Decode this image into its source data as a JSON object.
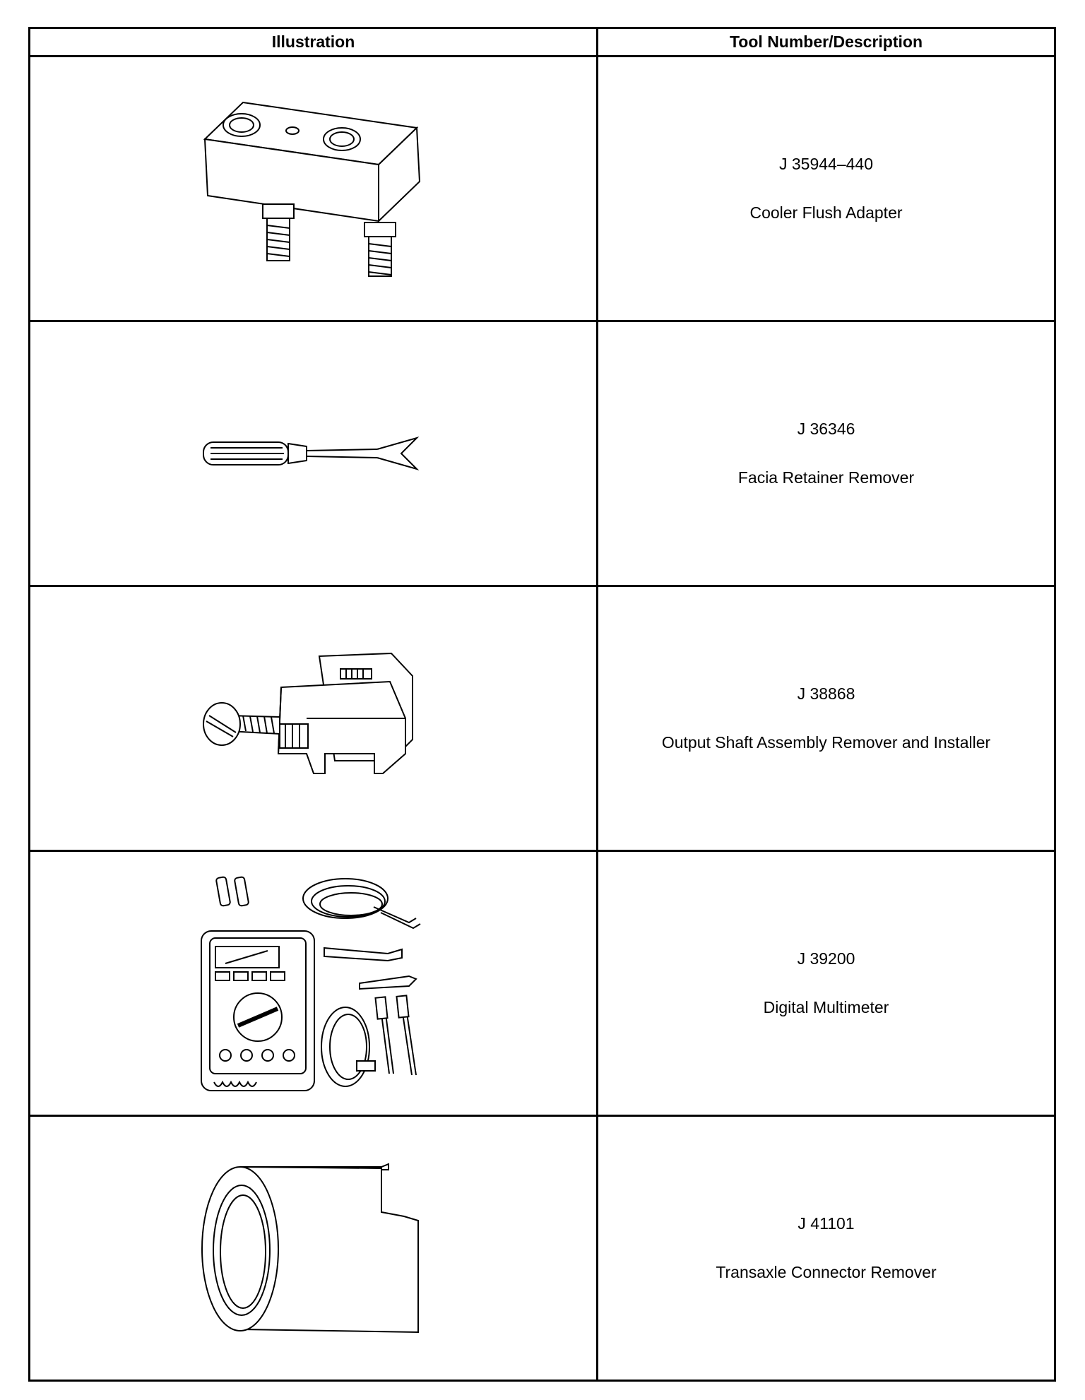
{
  "header": {
    "illustration": "Illustration",
    "tool": "Tool Number/Description"
  },
  "tools": [
    {
      "number": "J 35944–440",
      "description": "Cooler Flush Adapter",
      "icon": "cooler-flush-adapter-icon"
    },
    {
      "number": "J 36346",
      "description": "Facia Retainer Remover",
      "icon": "retainer-remover-icon"
    },
    {
      "number": "J 38868",
      "description": "Output Shaft Assembly Remover and Installer",
      "icon": "output-shaft-tool-icon"
    },
    {
      "number": "J 39200",
      "description": "Digital Multimeter",
      "icon": "digital-multimeter-icon"
    },
    {
      "number": "J 41101",
      "description": "Transaxle Connector Remover",
      "icon": "connector-remover-icon"
    }
  ]
}
